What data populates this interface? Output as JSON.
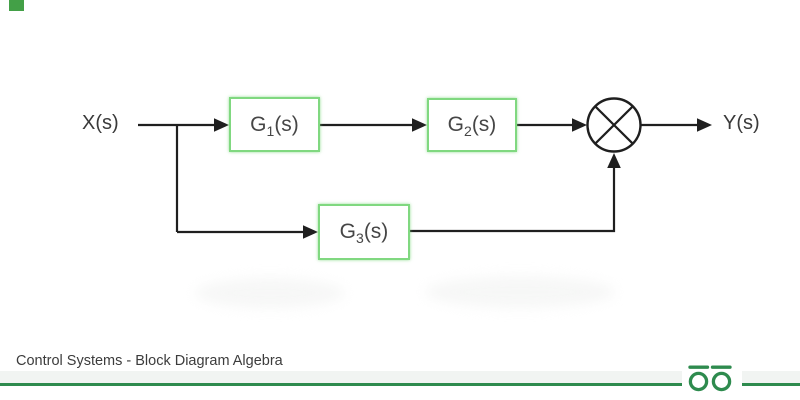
{
  "scene": {
    "background": "#ffffff",
    "corner_marker_color": "#43a047"
  },
  "diagram": {
    "input_label": "X(s)",
    "output_label": "Y(s)",
    "blocks": [
      {
        "base": "G",
        "subscript": "1",
        "suffix": "(s)"
      },
      {
        "base": "G",
        "subscript": "2",
        "suffix": "(s)"
      },
      {
        "base": "G",
        "subscript": "3",
        "suffix": "(s)"
      }
    ],
    "junction": {
      "kind": "product-junction",
      "symbol": "circle-with-cross"
    },
    "colors": {
      "block_border": "#80d880",
      "wire": "#1f1f1f",
      "block_text": "#464646",
      "label_text": "#3a3a3a"
    }
  },
  "footer": {
    "caption": "Control Systems - Block Diagram Algebra",
    "accent_color": "#2e8b4e",
    "logo_icon": "geeksforgeeks-logo"
  }
}
